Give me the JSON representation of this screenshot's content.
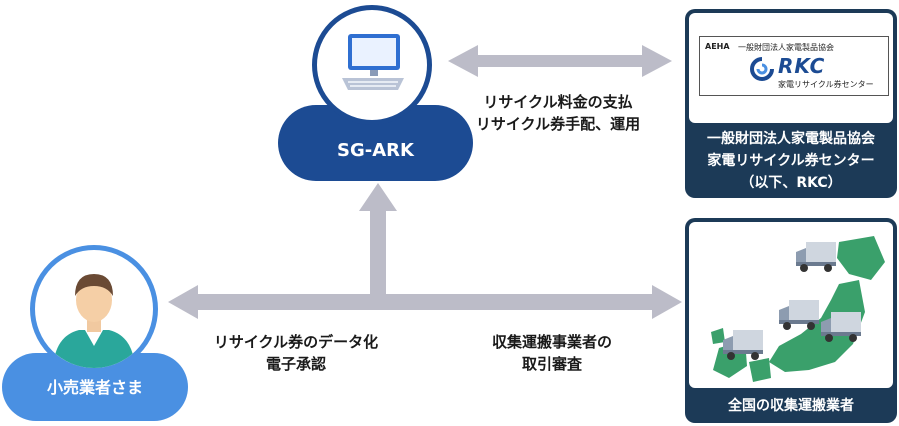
{
  "nodes": {
    "sg_ark": {
      "label": "SG-ARK"
    },
    "retailer": {
      "label": "小売業者さま"
    },
    "rkc": {
      "caption_lines": [
        "一般財団法人家電製品協会",
        "家電リサイクル券センター",
        "（以下、RKC）"
      ],
      "logo": {
        "org_name": "一般財団法人家電製品協会",
        "aeha_mark": "AEHA",
        "rkc_mark": "RKC",
        "center_name": "家電リサイクル券センター"
      }
    },
    "collectors": {
      "label": "全国の収集運搬業者"
    }
  },
  "edges": {
    "sg_ark_rkc": {
      "lines": [
        "リサイクル料金の支払",
        "リサイクル券手配、運用"
      ]
    },
    "retailer_sg_ark": {
      "lines": [
        "リサイクル券のデータ化",
        "電子承認"
      ]
    },
    "sg_ark_collectors": {
      "lines": [
        "収集運搬事業者の",
        "取引審査"
      ]
    }
  },
  "colors": {
    "navy": "#1c4b93",
    "dark_card": "#1c3a57",
    "light_blue": "#4a90e2",
    "arrow_gray": "#bcbcc8",
    "map_green": "#3aa06b"
  },
  "icons": [
    "computer-icon",
    "person-icon",
    "truck-icon",
    "japan-map-icon"
  ]
}
